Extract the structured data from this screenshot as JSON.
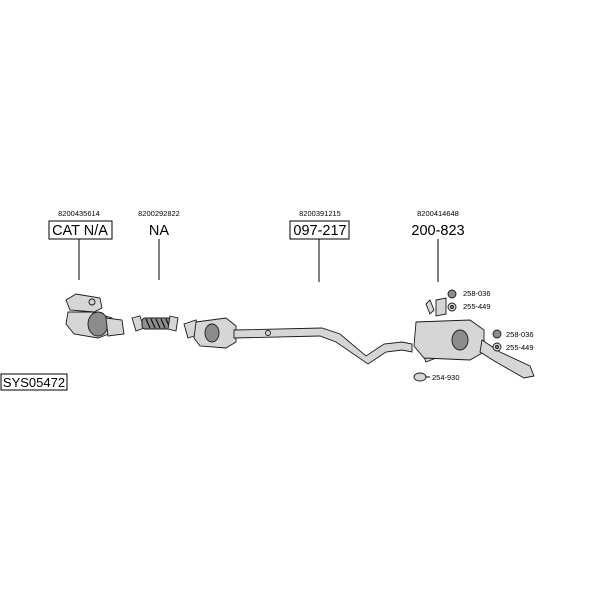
{
  "groups": [
    {
      "oem": "8200435614",
      "part": "CAT N/A",
      "boxed": true
    },
    {
      "oem": "8200292822",
      "part": "NA",
      "boxed": false
    },
    {
      "oem": "8200391215",
      "part": "097-217",
      "boxed": true
    },
    {
      "oem": "8200414648",
      "part": "200-823",
      "boxed": false
    }
  ],
  "accessories": {
    "upper_mount": "258-036",
    "upper_rubber": "255-449",
    "lower_mount": "258-036",
    "lower_rubber": "255-449",
    "clamp": "254-930"
  },
  "system_code": "SYS05472",
  "colors": {
    "part_fill": "#d6d6d6",
    "outline": "#1a1a1a"
  }
}
